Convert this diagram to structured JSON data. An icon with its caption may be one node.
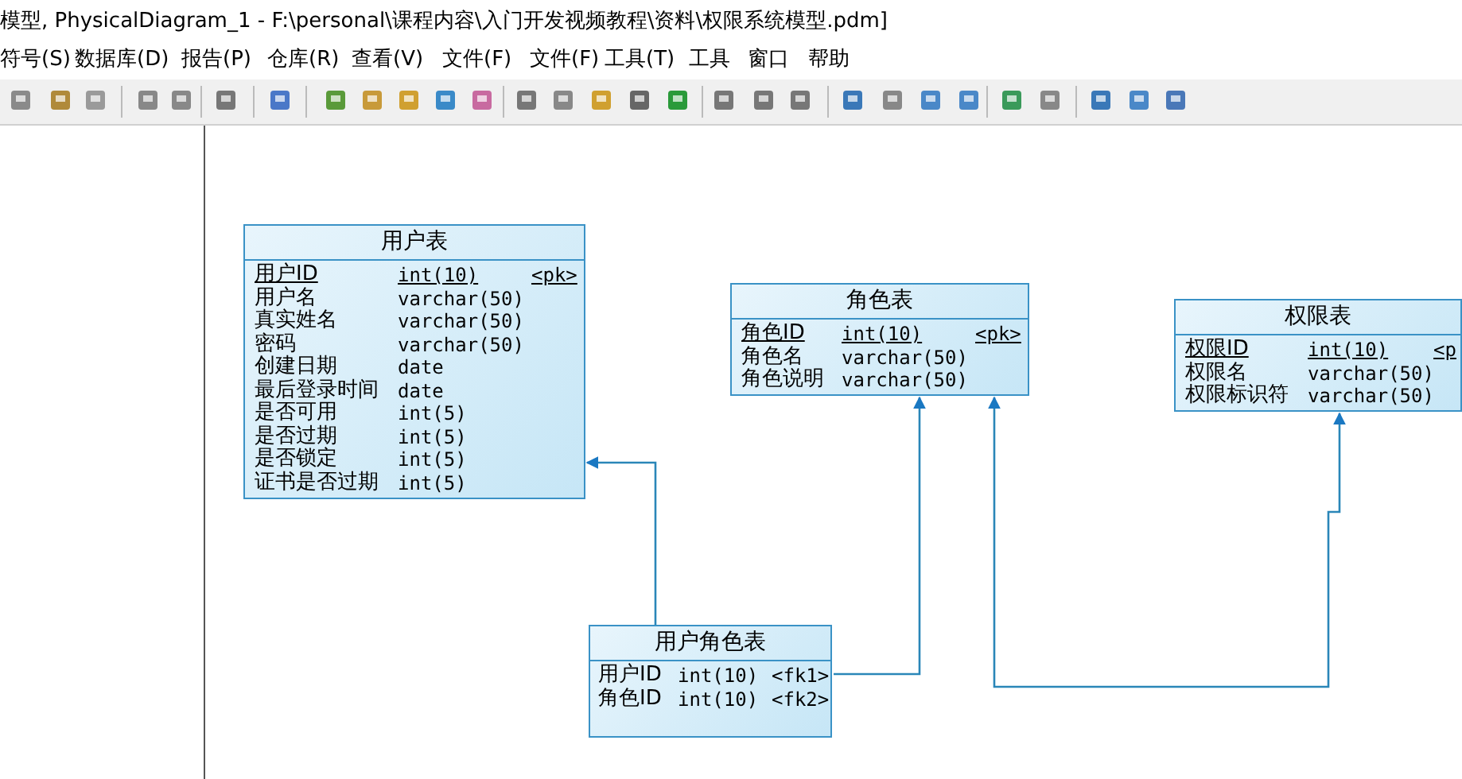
{
  "diagram": {
    "nodes": [
      {
        "text": [
          "用户表",
          "用户ID int(10) <pk>",
          "用户名 varchar(50)",
          "真实姓名 varchar(50)",
          "密码 varchar(50)",
          "创建日期 date",
          "最后登录时间 date",
          "是否可用 int(5)",
          "是否过期 int(5)",
          "是否锁定 int(5)",
          "证书是否过期 int(5)"
        ]
      },
      {
        "text": [
          "角色表",
          "角色ID int(10) <pk>",
          "角色名 varchar(50)",
          "角色说明 varchar(50)"
        ]
      },
      {
        "text": [
          "权限表",
          "权限ID int(10) <p",
          "权限名 varchar(50)",
          "权限标识符 varchar(50)"
        ]
      },
      {
        "text": [
          "用户角色表",
          "用户ID int(10) <fk1>",
          "角色ID int(10) <fk2>"
        ]
      }
    ],
    "edges": [
      {
        "from": 3,
        "to": 0,
        "arrow": "to"
      },
      {
        "from": 3,
        "to": 1,
        "arrow": "to"
      },
      {
        "from": 1,
        "to": 2,
        "arrow": "both"
      }
    ],
    "labels": [
      "模型, PhysicalDiagram_1 - F:\\personal\\课程内容\\入门开发视频教程\\资料\\权限系统模型.pdm]",
      "符号(S)",
      "数据库(D)",
      "报告(P)",
      "仓库(R)",
      "查看(V)",
      "文件(F)",
      "文件(F)",
      "工具(T)",
      "工具",
      "窗口",
      "帮助"
    ]
  }
}
